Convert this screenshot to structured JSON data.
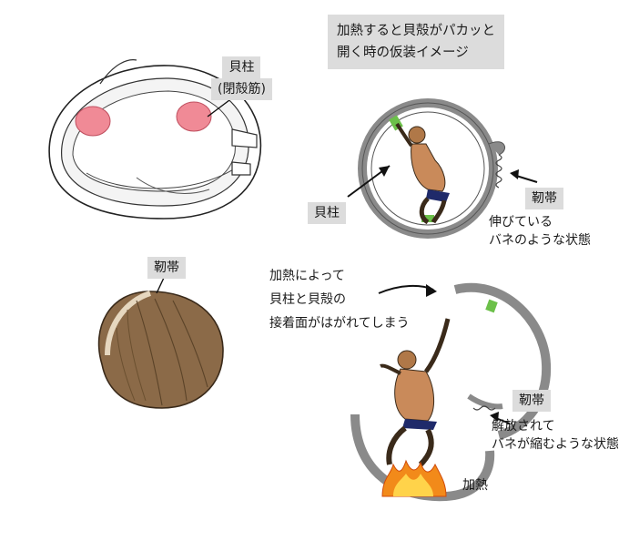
{
  "title": {
    "line1": "加熱すると貝殻がパカッと",
    "line2": "開く時の仮装イメージ"
  },
  "labels": {
    "adductor_top": "貝柱",
    "adductor_top_sub": "(閉殻筋)",
    "ligament_shell": "靭帯",
    "adductor_closed": "貝柱",
    "ligament_closed": "靭帯",
    "spring_stretched_1": "伸びている",
    "spring_stretched_2": "バネのような状態",
    "peel_1": "加熱によって",
    "peel_2": "貝柱と貝殻の",
    "peel_3": "接着面がはがれてしまう",
    "ligament_open": "靭帯",
    "spring_released_1": "解放されて",
    "spring_released_2": "バネが縮むような状態",
    "heat": "加熱"
  },
  "colors": {
    "tag_bg": "#dcdcdc",
    "ring": "#8a8a8a",
    "muscle_pink": "#f08a96",
    "clam_brown": "#8b6a48",
    "flame_orange": "#f28a1a",
    "handle_green": "#6cc04a"
  },
  "icons": [
    "arrow-icon",
    "flame-icon",
    "spring-icon",
    "clam-icon",
    "human-figure-icon"
  ]
}
